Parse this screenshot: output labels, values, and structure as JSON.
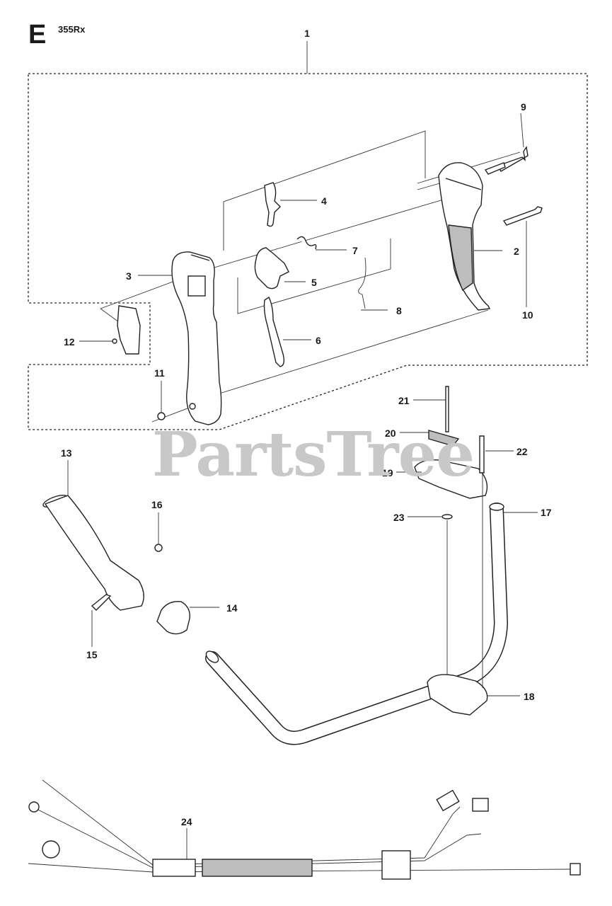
{
  "header": {
    "section_letter": "E",
    "model": "355Rx"
  },
  "watermark": "PartsTree",
  "callouts": [
    {
      "id": "c1",
      "label": "1"
    },
    {
      "id": "c2",
      "label": "2"
    },
    {
      "id": "c3",
      "label": "3"
    },
    {
      "id": "c4",
      "label": "4"
    },
    {
      "id": "c5",
      "label": "5"
    },
    {
      "id": "c6",
      "label": "6"
    },
    {
      "id": "c7",
      "label": "7"
    },
    {
      "id": "c8",
      "label": "8"
    },
    {
      "id": "c9",
      "label": "9"
    },
    {
      "id": "c10",
      "label": "10"
    },
    {
      "id": "c11",
      "label": "11"
    },
    {
      "id": "c12",
      "label": "12"
    },
    {
      "id": "c13",
      "label": "13"
    },
    {
      "id": "c14",
      "label": "14"
    },
    {
      "id": "c15",
      "label": "15"
    },
    {
      "id": "c16",
      "label": "16"
    },
    {
      "id": "c17",
      "label": "17"
    },
    {
      "id": "c18",
      "label": "18"
    },
    {
      "id": "c19",
      "label": "19"
    },
    {
      "id": "c20",
      "label": "20"
    },
    {
      "id": "c21",
      "label": "21"
    },
    {
      "id": "c22",
      "label": "22"
    },
    {
      "id": "c23",
      "label": "23"
    },
    {
      "id": "c24",
      "label": "24"
    }
  ]
}
